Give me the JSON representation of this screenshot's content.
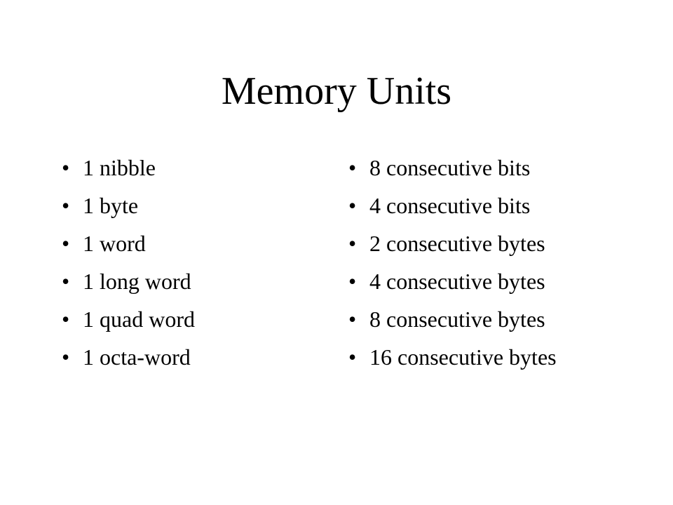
{
  "slide": {
    "title": "Memory Units",
    "bullet_glyph": "•",
    "left_items": [
      "1 nibble",
      "1 byte",
      "1 word",
      "1 long word",
      "1 quad word",
      "1 octa-word"
    ],
    "right_items": [
      "8 consecutive bits",
      "4 consecutive bits",
      "2 consecutive bytes",
      "4 consecutive bytes",
      "8 consecutive bytes",
      "16 consecutive bytes"
    ]
  }
}
